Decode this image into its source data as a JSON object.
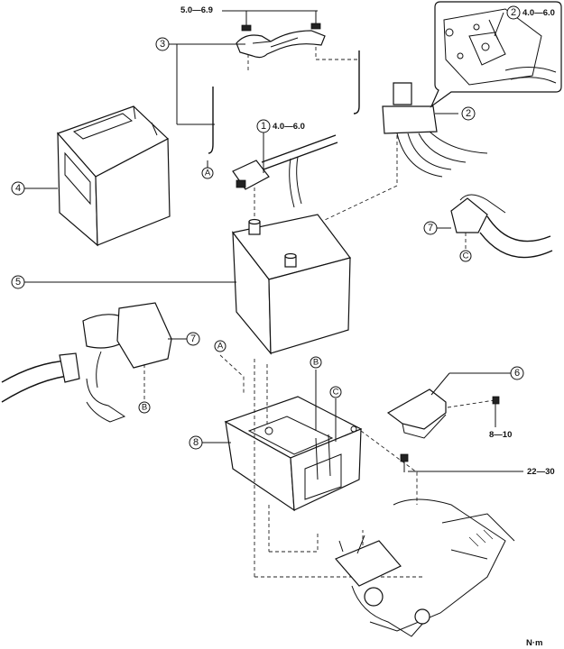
{
  "callouts": {
    "c1": "1",
    "c2a": "2",
    "c2b": "2",
    "c3": "3",
    "c4": "4",
    "c5": "5",
    "c6": "6",
    "c7a": "7",
    "c7b": "7",
    "c8": "8"
  },
  "refs": {
    "a1": "A",
    "a2": "A",
    "b1": "B",
    "b2": "B",
    "c1": "C",
    "c2": "C"
  },
  "torques": {
    "top_nut": "5.0—6.9",
    "terminal_1": "4.0—6.0",
    "terminal_2": "4.0—6.0",
    "bolt_6": "8—10",
    "bolt_8": "22—30"
  },
  "unit": "N·m"
}
